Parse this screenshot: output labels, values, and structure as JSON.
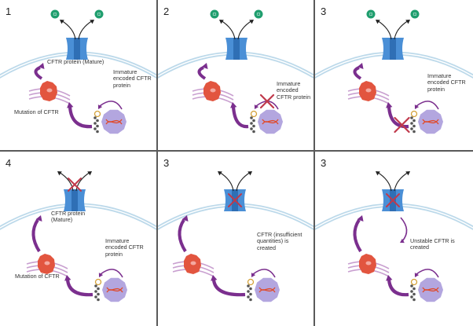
{
  "title": "CFTR protein processing and mutation classes",
  "colors": {
    "membrane": "#bcd9ea",
    "channel": "#4a8fd6",
    "channel_dark": "#2f6fb5",
    "chloride": "#1f9e6e",
    "arrow": "#7b2f8e",
    "cross": "#c0394b",
    "er": "#c9a0d0",
    "golgi_protein": "#e2553f",
    "nucleus": "#b3a6df",
    "dna": "#e04a2a",
    "divider": "#5a5a5a"
  },
  "ion_label": "Cl",
  "panels": [
    {
      "number": "1",
      "labels": {
        "channel": "CFTR protein (Mature)",
        "immature": "Immature encoded CFTR protein",
        "mutation": "Mutation of CFTR"
      },
      "channel_blocked": false,
      "ions_shown": true,
      "cross_on_production": false,
      "cross_on_transport": false
    },
    {
      "number": "2",
      "labels": {
        "immature": "Immature encoded CFTR protein"
      },
      "channel_blocked": false,
      "ions_shown": true,
      "cross_on_production": true,
      "cross_on_transport": false
    },
    {
      "number": "3",
      "labels": {
        "immature": "Immature encoded CFTR protein"
      },
      "channel_blocked": false,
      "ions_shown": true,
      "cross_on_production": false,
      "cross_on_transport": true
    },
    {
      "number": "4",
      "labels": {
        "channel": "CFTR protein (Mature)",
        "immature": "Immature encoded CFTR protein",
        "mutation": "Mutation of CFTR"
      },
      "channel_blocked": "arrows",
      "ions_shown": false
    },
    {
      "number": "3",
      "labels": {
        "note": "CFTR (insufficient quantities) is created"
      },
      "channel_blocked": "channel",
      "ions_shown": false
    },
    {
      "number": "3",
      "labels": {
        "note": "Unstable CFTR is created"
      },
      "channel_blocked": "channel",
      "ions_shown": false,
      "recycle_arrow": true
    }
  ]
}
